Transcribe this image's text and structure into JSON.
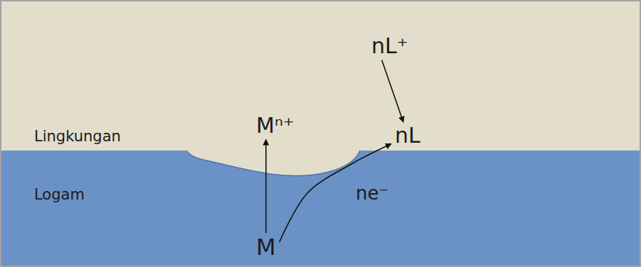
{
  "diagram": {
    "nodes": [
      {
        "text": [
          "Lingkungan"
        ]
      },
      {
        "text": [
          "Logam"
        ]
      },
      {
        "text": [
          "Mⁿ⁺"
        ],
        "in": 0
      },
      {
        "text": [
          "nL⁺"
        ],
        "in": 0
      },
      {
        "text": [
          "nL"
        ],
        "in": 0
      },
      {
        "text": [
          "M"
        ],
        "in": 1
      }
    ],
    "edges": [
      {
        "from": 5,
        "to": 2,
        "arrow": "to"
      },
      {
        "from": 3,
        "to": 4,
        "arrow": "to"
      },
      {
        "from": 5,
        "to": 4,
        "label": "ne⁻",
        "arrow": "to"
      }
    ]
  }
}
